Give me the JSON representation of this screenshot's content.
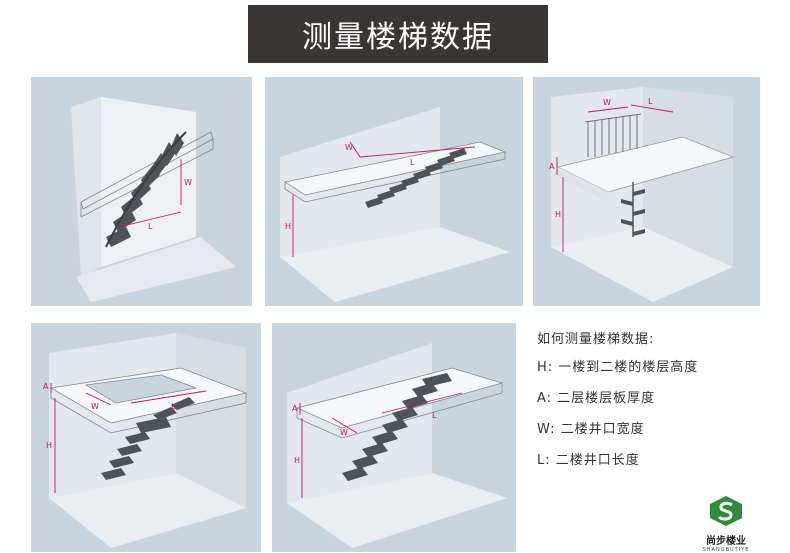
{
  "title": "测量楼梯数据",
  "legend": {
    "title": "如何测量楼梯数据:",
    "items": [
      {
        "key": "H",
        "text": "H: 一楼到二楼的楼层高度"
      },
      {
        "key": "A",
        "text": "A: 二层楼层板厚度"
      },
      {
        "key": "W",
        "text": "W: 二楼井口宽度"
      },
      {
        "key": "L",
        "text": "L: 二楼井口长度"
      }
    ]
  },
  "logo": {
    "name": "尚步楼业",
    "sub": "SHANGBUTIYE"
  },
  "dim_labels": {
    "H": "H",
    "A": "A",
    "W": "W",
    "L": "L"
  },
  "colors": {
    "banner": "#3a3634",
    "panel": "#c9d5de",
    "dimension": "#c2185b",
    "stair": "#5a5e62",
    "logo": "#2e8b3a"
  }
}
